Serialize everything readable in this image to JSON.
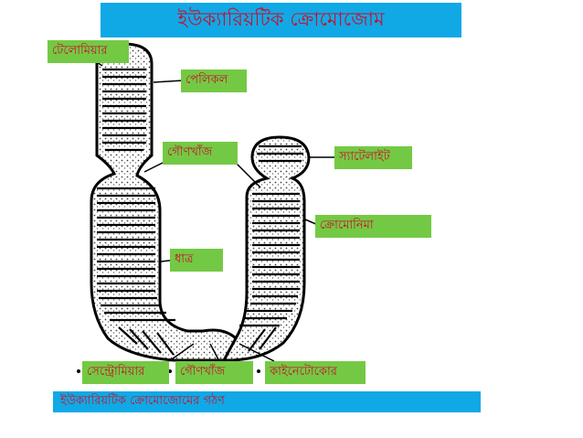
{
  "title": "ইউক্যারিয়টিক    ক্রোমোজোম",
  "caption": "ইউক্যারিয়টিক   ক্রোমোজোমের গঠণ",
  "labels": {
    "telomere": "টেলোমিয়ার",
    "pellicle": "পেলিকল",
    "secondary_constriction_top": "গৌণখাঁজ",
    "satellite": "স্যাটেলাইট",
    "chromonema": "ক্রোমোনিমা",
    "matrix": "ধাত্র",
    "centromere": "সেন্ট্রোমিয়ার",
    "secondary_constriction_bottom": "গৌণখাঁজ",
    "kinetochore": "কাইনেটোকোর"
  },
  "colors": {
    "title_bg": "#10a9e6",
    "label_bg": "#74c944",
    "label_text": "#c8102e"
  }
}
